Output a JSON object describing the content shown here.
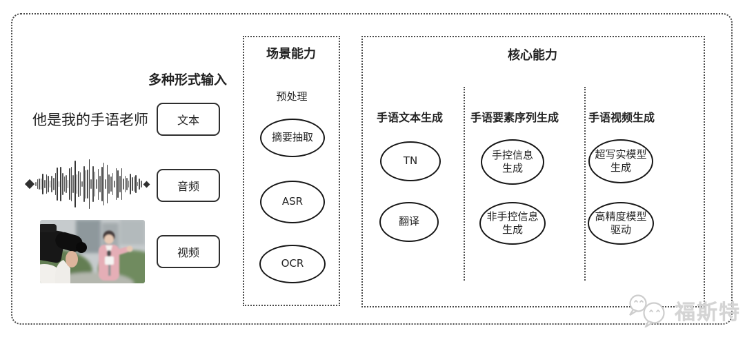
{
  "colors": {
    "dotted_border": "#4a4a4a",
    "node_stroke": "#161616",
    "text": "#232323",
    "watermark": "#d4d4d4"
  },
  "input_section": {
    "title": "多种形式输入",
    "sample_text": "他是我的手语老师",
    "items": [
      {
        "label": "文本"
      },
      {
        "label": "音频"
      },
      {
        "label": "视频"
      }
    ],
    "icons": {
      "waveform": "audio-waveform",
      "photo": "camera-filming-reporter-photo"
    }
  },
  "scene_box": {
    "title": "场景能力",
    "subtitle": "预处理",
    "nodes": [
      "摘要抽取",
      "ASR",
      "OCR"
    ]
  },
  "core_box": {
    "title": "核心能力",
    "columns": [
      {
        "header": "手语文本生成",
        "nodes": [
          "TN",
          "翻译"
        ]
      },
      {
        "header": "手语要素序列生成",
        "nodes": [
          "手控信息\n生成",
          "非手控信息\n生成"
        ]
      },
      {
        "header": "手语视频生成",
        "nodes": [
          "超写实模型\n生成",
          "高精度模型\n驱动"
        ]
      }
    ]
  },
  "watermark": {
    "text": "福斯特",
    "logo_icon": "chat-bubbles-logo"
  }
}
